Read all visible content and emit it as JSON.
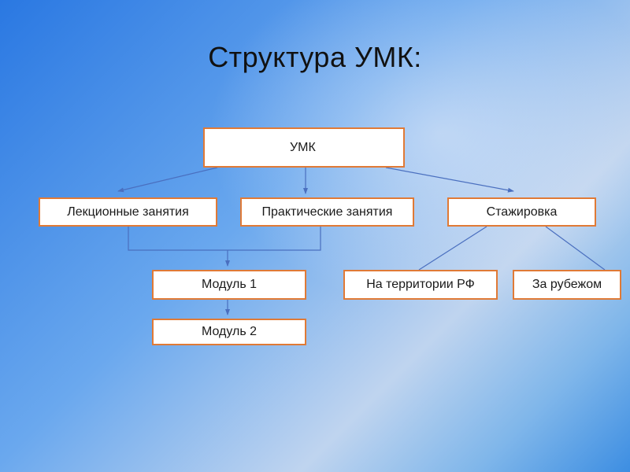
{
  "title": "Структура УМК:",
  "nodes": {
    "umk": "УМК",
    "lectures": "Лекционные занятия",
    "practical": "Практические занятия",
    "internship": "Стажировка",
    "module1": "Модуль 1",
    "module2": "Модуль 2",
    "in_russia": "На территории РФ",
    "abroad": "За рубежом"
  },
  "colors": {
    "box_border": "#e07a36",
    "connector": "#4a6fbf"
  }
}
